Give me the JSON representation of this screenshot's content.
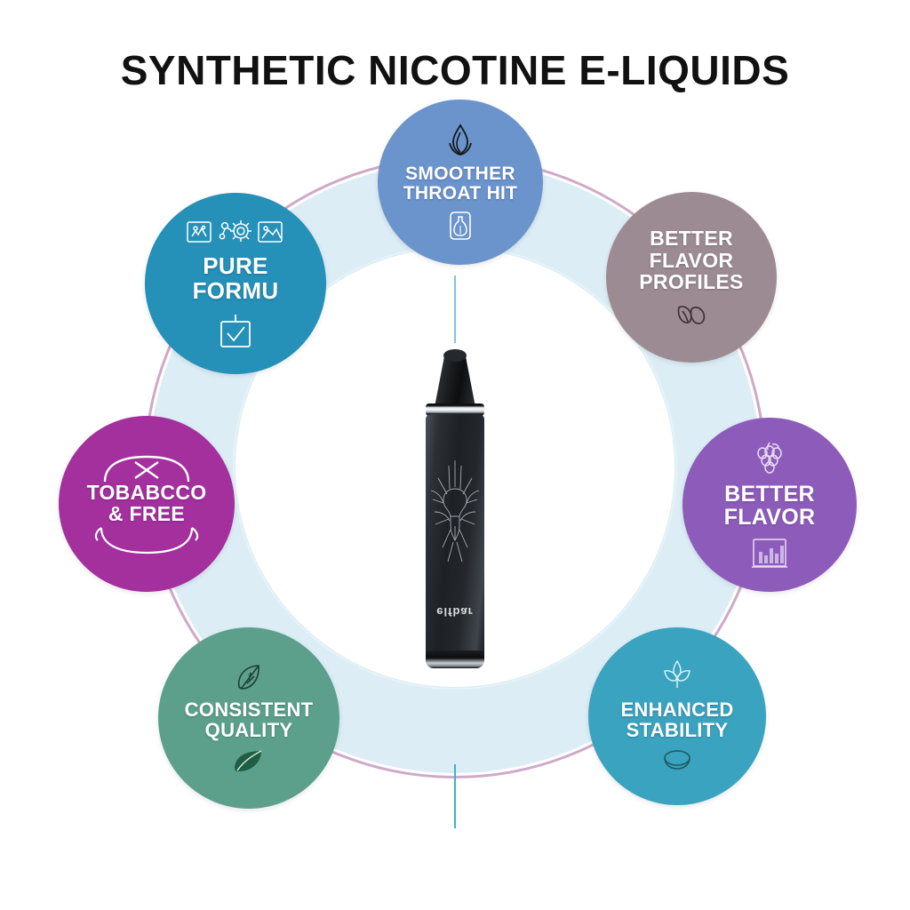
{
  "page": {
    "title": "SYNTHETIC NICOTINE E-LIQUIDS",
    "background_color": "#ffffff"
  },
  "ring": {
    "band_color": "#dcedf5",
    "outer_stroke_color": "#cfa9c8",
    "connector_color": "#79c6dd"
  },
  "center_device": {
    "name": "disposable-vape-device",
    "brand_text": "elfbar",
    "body_color": "#24282d",
    "collar_color": "#e6e9ec"
  },
  "nodes": [
    {
      "id": "smoother-throat-hit",
      "label": "SMOOTHER\nTHROAT HIT",
      "color": "#6b93cc",
      "icon_top": "leaf-drop-icon",
      "icon_bottom": "bottle-vase-icon",
      "position": "top"
    },
    {
      "id": "pure-formula",
      "label": "PURE\nFORMU",
      "color": "#2590b8",
      "icon_top": "science-icons-row",
      "icon_bottom": "checkbox-approved-icon",
      "position": "upper-left"
    },
    {
      "id": "better-flavor-profiles",
      "label": "BETTER\nFLAVOR\nPROFILES",
      "color": "#9d8b93",
      "icon_top": "none",
      "icon_bottom": "leaf-sketch-icon",
      "position": "upper-right"
    },
    {
      "id": "tobacco-free",
      "label": "TOBABCCO\n& FREE",
      "color": "#a3309d",
      "icon_top": "no-tobacco-badge-icon",
      "icon_bottom": "none",
      "position": "left"
    },
    {
      "id": "better-flavor",
      "label": "BETTER\nFLAVOR",
      "color": "#8d5cbb",
      "icon_top": "berry-grape-icon",
      "icon_bottom": "bar-chart-icon",
      "position": "right"
    },
    {
      "id": "consistent-quality",
      "label": "CONSISTENT\nQUALITY",
      "color": "#5ca08c",
      "icon_top": "leaf-outline-icon",
      "icon_bottom": "leaf-filled-icon",
      "position": "lower-left"
    },
    {
      "id": "enhanced-stability",
      "label": "ENHANCED\nSTABILITY",
      "color": "#3aa3bf",
      "icon_top": "clover-leaf-icon",
      "icon_bottom": "tablet-disc-icon",
      "position": "lower-right"
    }
  ]
}
